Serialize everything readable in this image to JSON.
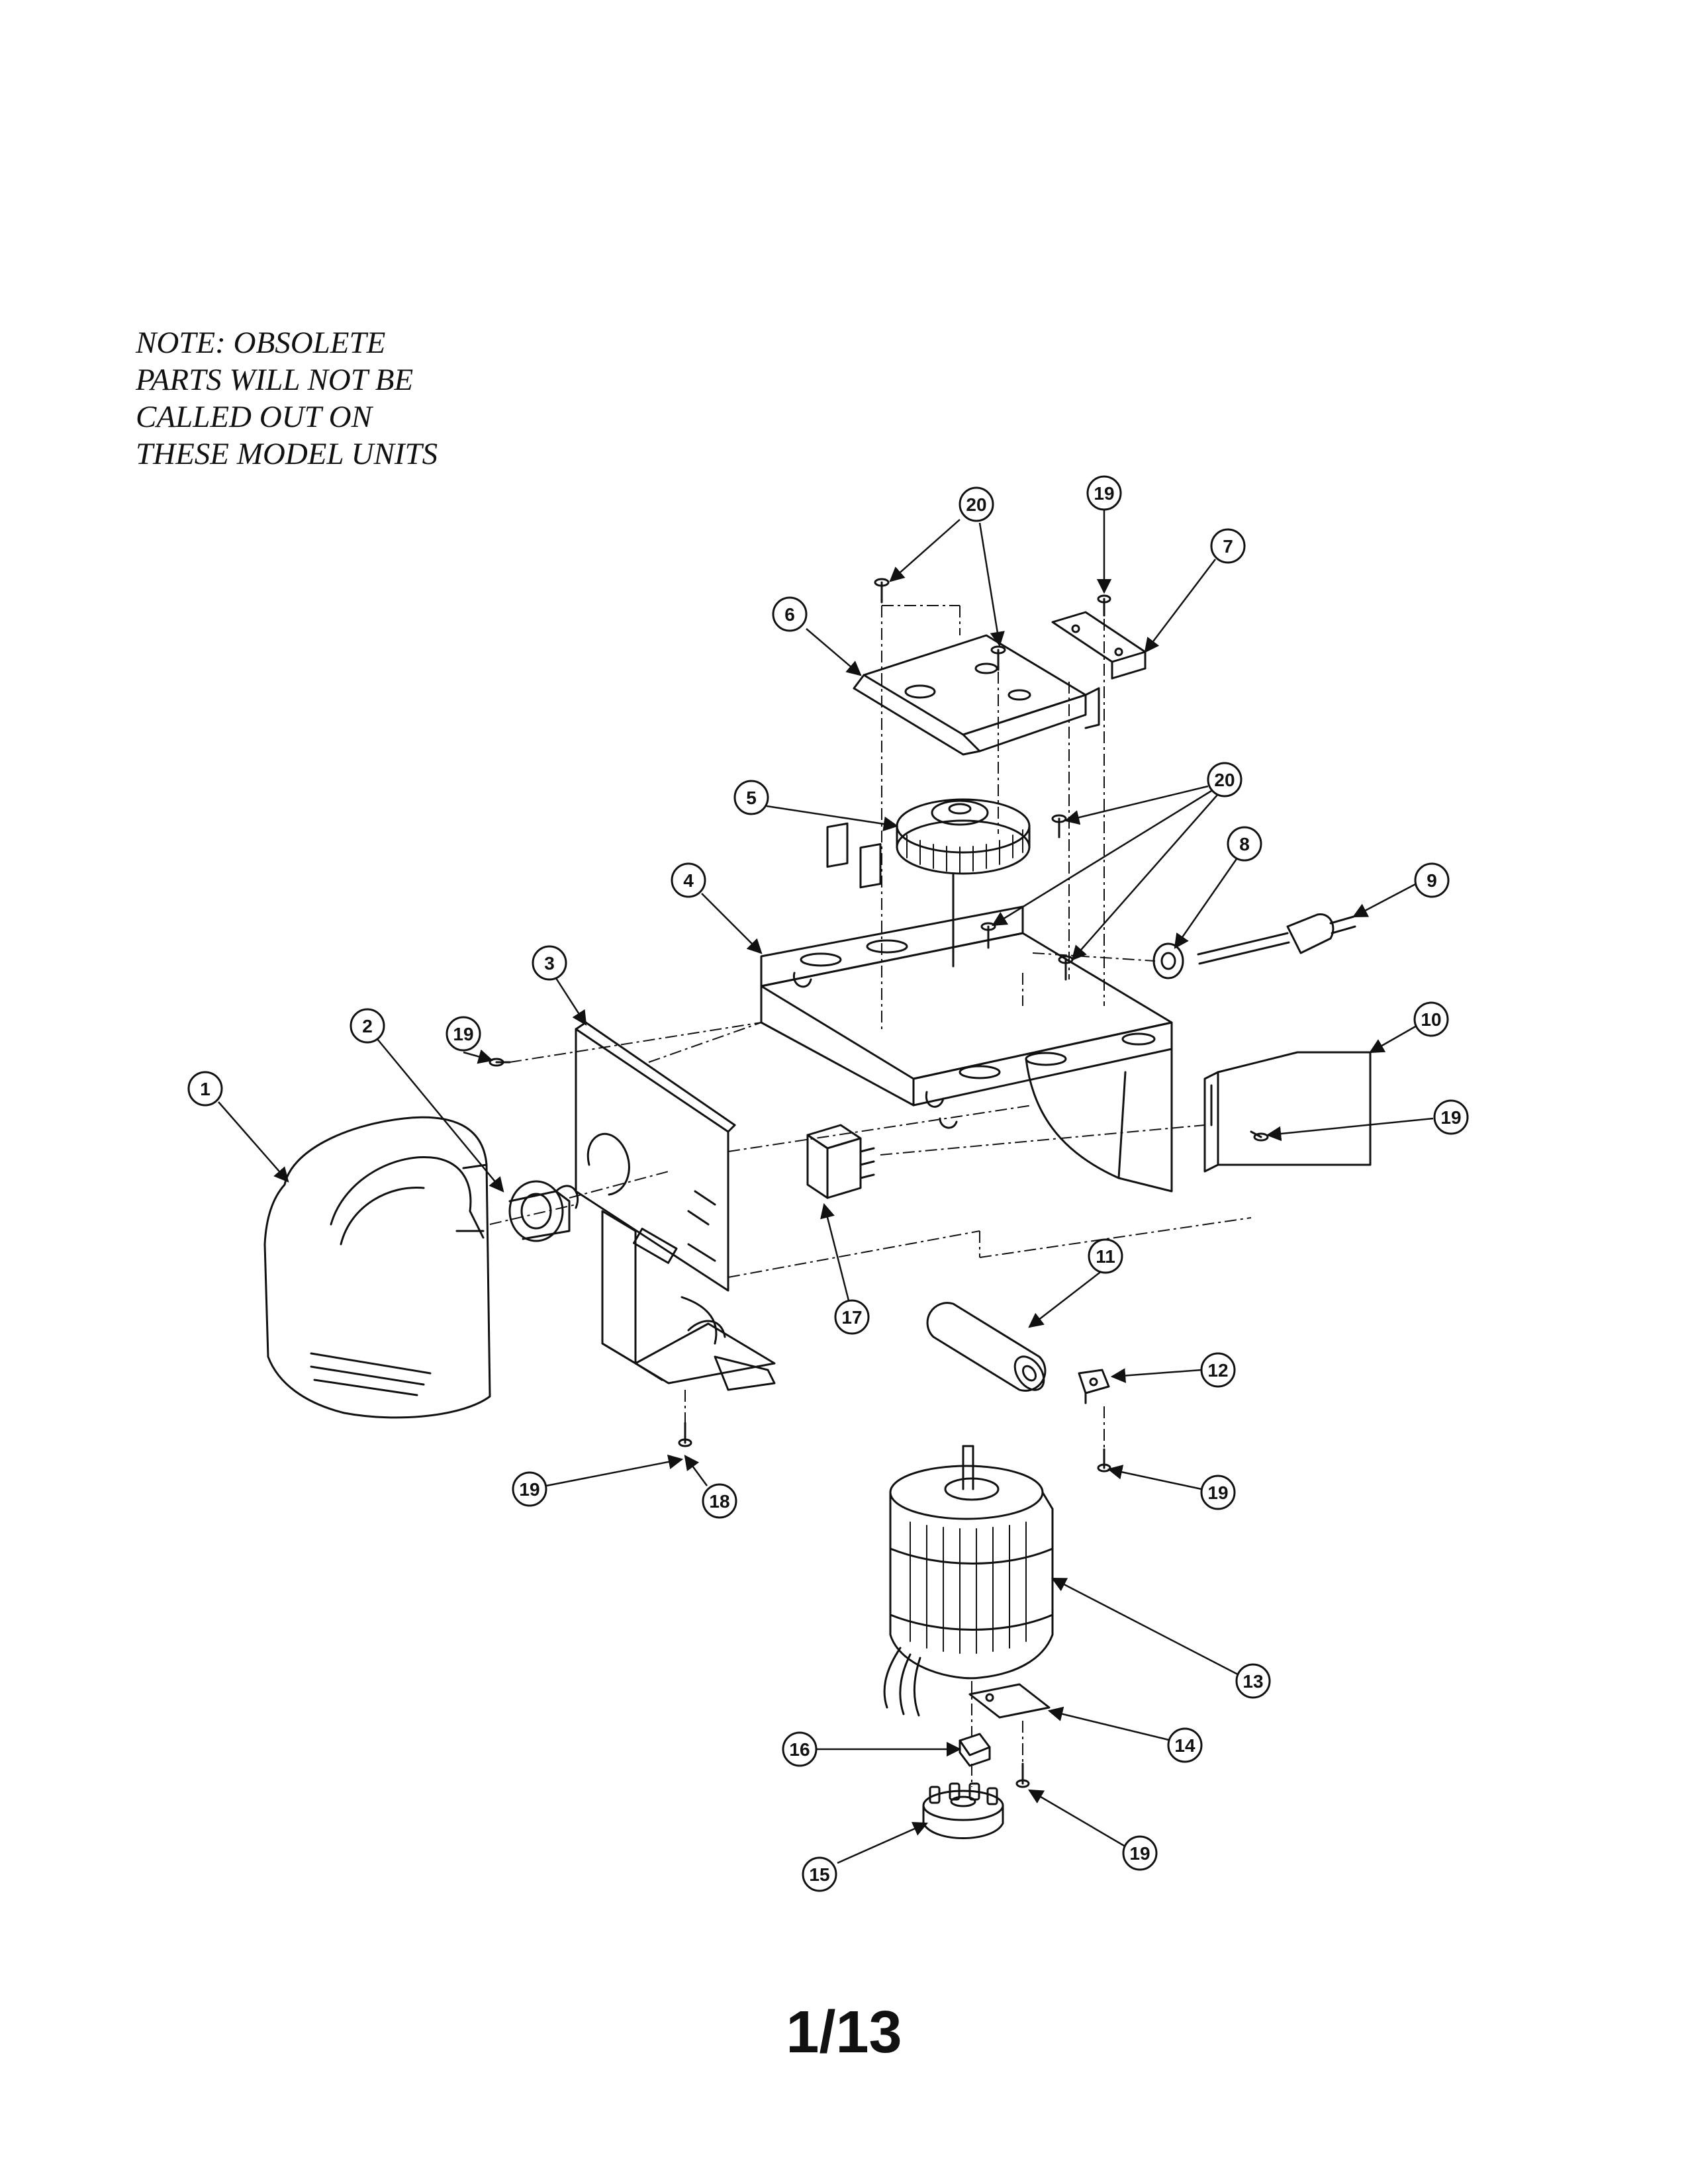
{
  "note": {
    "lines": [
      "NOTE: OBSOLETE",
      "PARTS WILL NOT BE",
      "CALLED OUT ON",
      "THESE MODEL UNITS"
    ]
  },
  "callouts": {
    "c1": "1",
    "c2": "2",
    "c3": "3",
    "c4": "4",
    "c5": "5",
    "c6": "6",
    "c7": "7",
    "c8": "8",
    "c9": "9",
    "c10": "10",
    "c11": "11",
    "c12": "12",
    "c13": "13",
    "c14": "14",
    "c15": "15",
    "c16": "16",
    "c17": "17",
    "c18": "18",
    "c19a": "19",
    "c19b": "19",
    "c19c": "19",
    "c19d": "19",
    "c19e": "19",
    "c19f": "19",
    "c20a": "20",
    "c20b": "20"
  },
  "page_number": "1/13",
  "colors": {
    "ink": "#111111",
    "background": "#ffffff"
  }
}
